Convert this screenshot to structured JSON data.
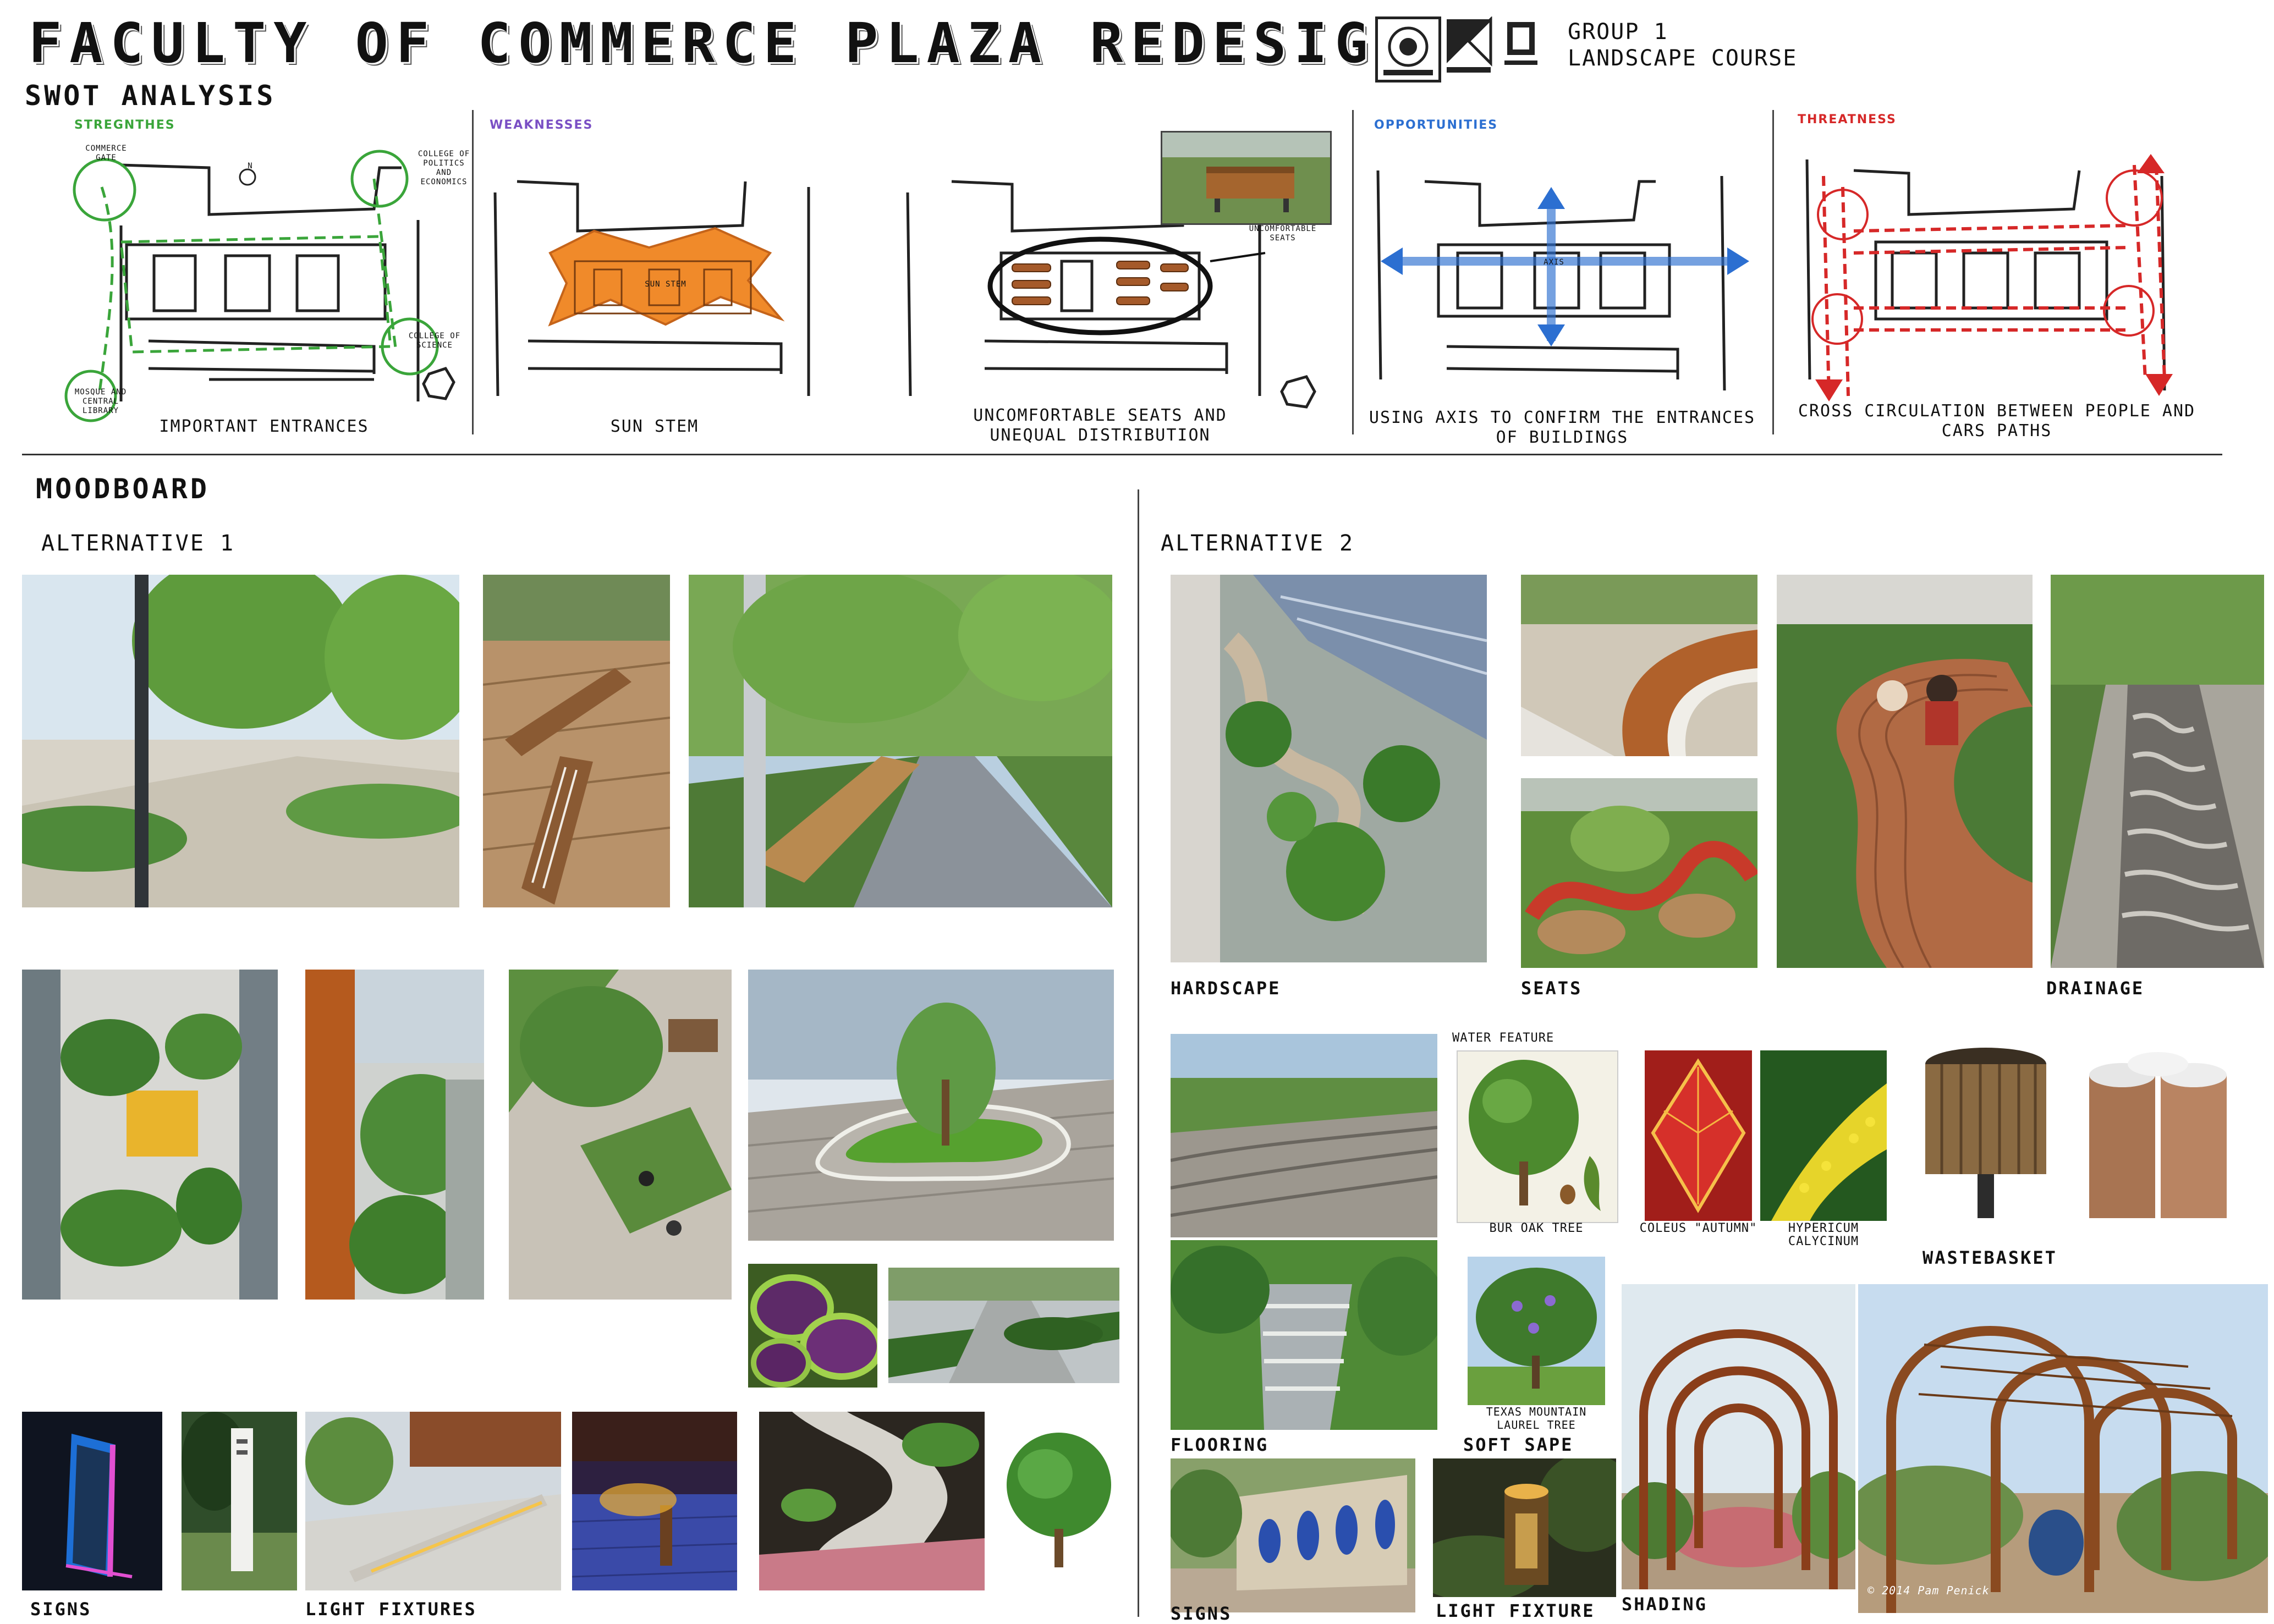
{
  "header": {
    "title": "FACULTY OF COMMERCE PLAZA REDESIGN",
    "group_line1": "GROUP 1",
    "group_line2": "LANDSCAPE COURSE"
  },
  "swot": {
    "title": "SWOT ANALYSIS",
    "panels": [
      {
        "heading": "STREGNTHES",
        "caption": "IMPORTANT ENTRANCES",
        "color": "#3aa53a"
      },
      {
        "heading": "WEAKNESSES",
        "caption": "SUN STEM",
        "color": "#7a4fc4"
      },
      {
        "heading": "",
        "caption": "UNCOMFORTABLE SEATS AND UNEQUAL DISTRIBUTION",
        "color": "#000000"
      },
      {
        "heading": "OPPORTUNITIES",
        "caption": "USING AXIS TO CONFIRM THE ENTRANCES OF BUILDINGS",
        "color": "#2c6fd1"
      },
      {
        "heading": "THREATNESS",
        "caption": "CROSS CIRCULATION BETWEEN PEOPLE AND CARS PATHS",
        "color": "#d62828"
      }
    ],
    "annotations": {
      "commerce_gate": "COMMERCE GATE",
      "college_politics": "COLLEGE OF POLITICS AND ECONOMICS",
      "mosque": "MOSQUE AND CENTRAL LIBRARY",
      "college_science": "COLLEGE OF SCIENCE",
      "sun_stem": "SUN STEM",
      "uncomfortable_seats": "UNCOMFORTABLE SEATS",
      "axis": "AXIS",
      "north": "N"
    }
  },
  "moodboard": {
    "title": "MOODBOARD",
    "alt1": {
      "title": "ALTERNATIVE 1",
      "labels": {
        "signs": "SIGNS",
        "light_fixtures": "LIGHT FIXTURES"
      }
    },
    "alt2": {
      "title": "ALTERNATIVE 2",
      "labels": {
        "hardscape": "HARDSCAPE",
        "seats": "SEATS",
        "drainage": "DRAINAGE",
        "water_feature": "WATER FEATURE",
        "bur_oak": "BUR OAK TREE",
        "coleus": "COLEUS \"AUTUMN\"",
        "hypericum": "HYPERICUM CALYCINUM",
        "wastebasket": "WASTEBASKET",
        "flooring": "FLOORING",
        "texas": "TEXAS MOUNTAIN LAUREL TREE",
        "soft_sape": "SOFT SAPE",
        "signs": "SIGNS",
        "light_fixture": "LIGHT FIXTURE",
        "shading": "SHADING",
        "copyright": "© 2014 Pam Penick"
      }
    }
  },
  "palette": {
    "green": "#3aa53a",
    "orange": "#f08a2a",
    "blue": "#2c6fd1",
    "red": "#d62828",
    "purple": "#7a4fc4"
  }
}
